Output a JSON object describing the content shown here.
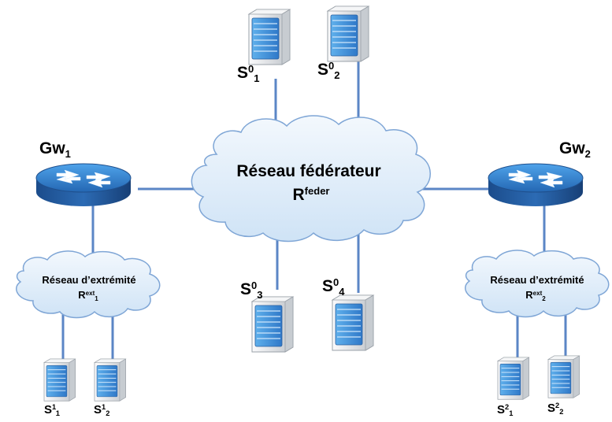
{
  "labels": {
    "gw1": {
      "main": "Gw",
      "sub": "1"
    },
    "gw2": {
      "main": "Gw",
      "sub": "2"
    },
    "core_title": "Réseau fédérateur",
    "core_var": {
      "main": "R",
      "sup": "feder"
    },
    "edge1_title": "Réseau d’extrémité",
    "edge1_var": {
      "main": "R",
      "sup": "ext",
      "sub": "1"
    },
    "edge2_title": "Réseau d’extrémité",
    "edge2_var": {
      "main": "R",
      "sup": "ext",
      "sub": "2"
    },
    "s0_1": {
      "main": "S",
      "sup": "0",
      "sub": "1"
    },
    "s0_2": {
      "main": "S",
      "sup": "0",
      "sub": "2"
    },
    "s0_3": {
      "main": "S",
      "sup": "0",
      "sub": "3"
    },
    "s0_4": {
      "main": "S",
      "sup": "0",
      "sub": "4"
    },
    "s1_1": {
      "main": "S",
      "sup": "1",
      "sub": "1"
    },
    "s1_2": {
      "main": "S",
      "sup": "1",
      "sub": "2"
    },
    "s2_1": {
      "main": "S",
      "sup": "2",
      "sub": "1"
    },
    "s2_2": {
      "main": "S",
      "sup": "2",
      "sub": "2"
    }
  },
  "colors": {
    "link": "#5b86c6",
    "cloud_fill": "#dcebf8",
    "cloud_stroke": "#7fa6d6",
    "router_top": "#2e7fd0",
    "router_side": "#1c4f8f",
    "server_body": "#e9ecef",
    "server_front": "#3b8fd6"
  }
}
